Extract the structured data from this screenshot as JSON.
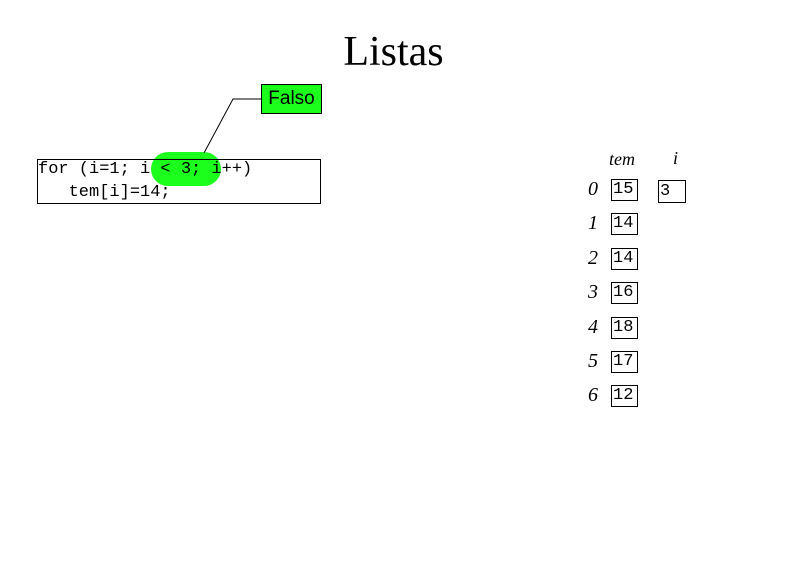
{
  "title": "Listas",
  "code": {
    "line1": "for (i=1; i < 3; i++)",
    "line2": "   tem[i]=14;"
  },
  "callout": {
    "label": "Falso",
    "color": "#1cff1c"
  },
  "table": {
    "col_tem": "tem",
    "col_i": "i",
    "rows": [
      {
        "index": "0",
        "value": "15"
      },
      {
        "index": "1",
        "value": "14"
      },
      {
        "index": "2",
        "value": "14"
      },
      {
        "index": "3",
        "value": "16"
      },
      {
        "index": "4",
        "value": "18"
      },
      {
        "index": "5",
        "value": "17"
      },
      {
        "index": "6",
        "value": "12"
      }
    ],
    "i_value": "3"
  }
}
